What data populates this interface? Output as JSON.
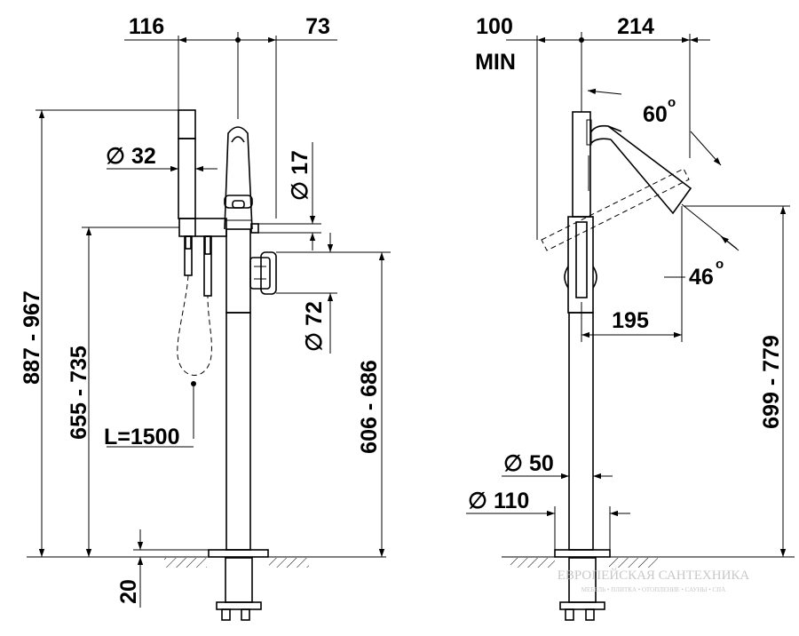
{
  "left_view": {
    "dim_top_left": "116",
    "dim_top_right": "73",
    "dim_overall_height": "887 - 967",
    "dim_spout_height": "655 - 735",
    "dim_shower_holder_diameter": "32",
    "dim_inlet_diameter": "17",
    "dim_knob_diameter": "72",
    "dim_knob_height": "606 - 686",
    "hose_length": "L=1500",
    "dim_floor": "20"
  },
  "right_view": {
    "dim_top_min": "100",
    "dim_top_min_suffix": "MIN",
    "dim_top_reach": "214",
    "angle_upper": "60",
    "angle_lower": "46",
    "dim_spout_reach": "195",
    "dim_spout_height": "699 - 779",
    "dim_column_diameter": "50",
    "dim_base_diameter": "110"
  },
  "symbols": {
    "diameter": "∅",
    "degree": "o"
  },
  "watermark": {
    "line1": "ЕВРОПЕЙСКАЯ САНТЕХНИКА",
    "line2": "МЕБЕЛЬ • ПЛИТКА • ОТОПЛЕНИЕ • САУНЫ • СПА"
  }
}
